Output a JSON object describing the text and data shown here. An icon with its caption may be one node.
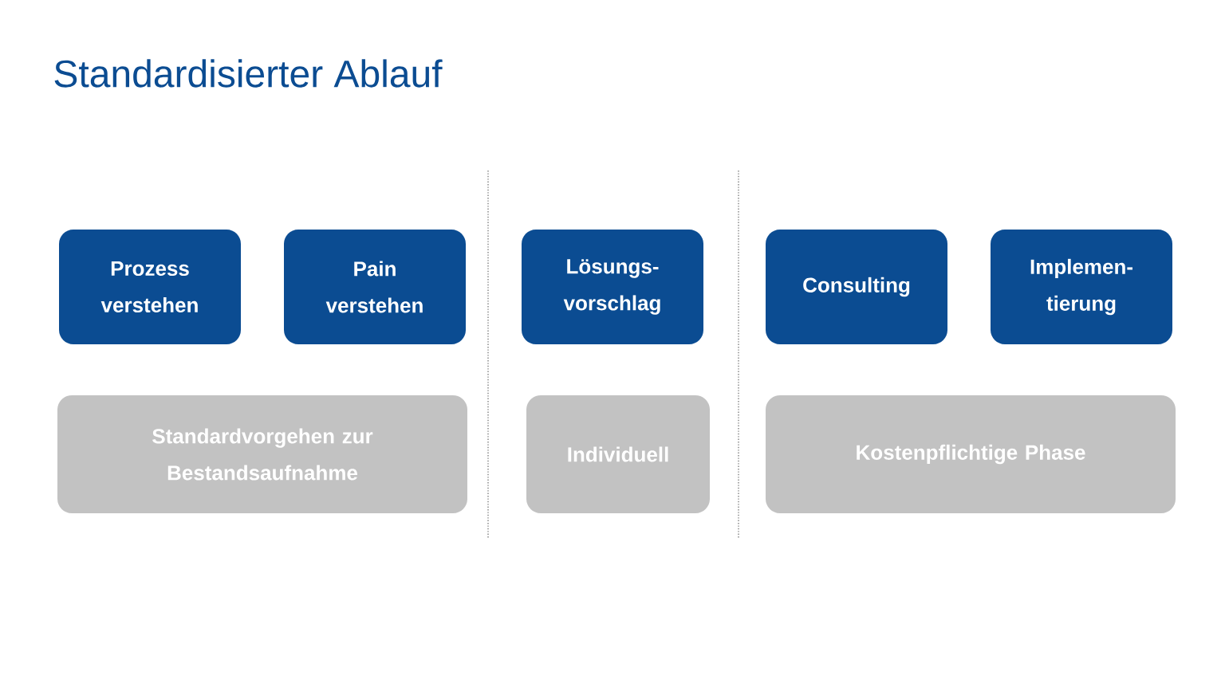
{
  "diagram": {
    "title": "Standardisierter Ablauf",
    "nodes": [
      {
        "text": [
          "Prozess verstehen"
        ]
      },
      {
        "text": [
          "Pain verstehen"
        ]
      },
      {
        "text": [
          "Lösungs-vorschlag"
        ]
      },
      {
        "text": [
          "Consulting"
        ]
      },
      {
        "text": [
          "Implemen-tierung"
        ]
      },
      {
        "text": [
          "Standardvorgehen zur Bestandsaufnahme"
        ]
      },
      {
        "text": [
          "Individuell"
        ]
      },
      {
        "text": [
          "Kostenpflichtige Phase"
        ]
      }
    ]
  }
}
